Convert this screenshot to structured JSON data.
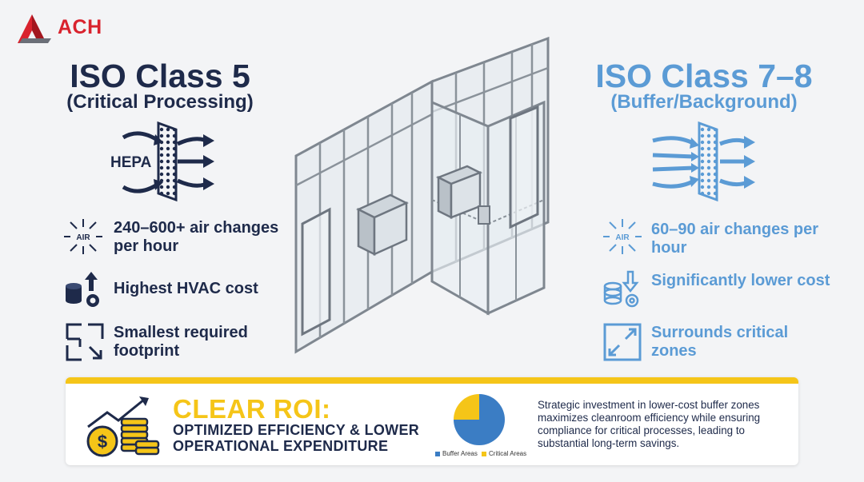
{
  "brand": {
    "name": "ACH",
    "color": "#d9232e"
  },
  "left": {
    "title": "ISO Class 5",
    "subtitle": "(Critical Processing)",
    "hepa_label": "HEPA",
    "features": [
      {
        "icon": "air-changes-icon",
        "air_label": "AIR",
        "text": "240–600+ air changes per hour"
      },
      {
        "icon": "cost-up-icon",
        "text": "Highest HVAC cost"
      },
      {
        "icon": "footprint-shrink-icon",
        "text": "Smallest required footprint"
      }
    ],
    "color": "#1e2a4a"
  },
  "right": {
    "title": "ISO Class 7–8",
    "subtitle": "(Buffer/Background)",
    "features": [
      {
        "icon": "air-changes-icon",
        "air_label": "AIR",
        "text": "60–90 air changes per hour"
      },
      {
        "icon": "cost-down-icon",
        "text": "Significantly lower cost"
      },
      {
        "icon": "footprint-expand-icon",
        "text": "Surrounds critical zones"
      }
    ],
    "color": "#5b9bd5"
  },
  "banner": {
    "title": "CLEAR ROI:",
    "subtitle_line1": "OPTIMIZED EFFICIENCY & LOWER",
    "subtitle_line2": "OPERATIONAL EXPENDITURE",
    "description": "Strategic investment in lower-cost buffer zones maximizes cleanroom efficiency while ensuring compliance for critical processes, leading to substantial long-term savings.",
    "accent": "#f5c518"
  },
  "chart_data": {
    "type": "pie",
    "categories": [
      "Buffer Areas",
      "Critical Areas"
    ],
    "values": [
      75,
      25
    ],
    "colors": [
      "#3b7dc4",
      "#f5c518"
    ],
    "legend": "bottom"
  }
}
